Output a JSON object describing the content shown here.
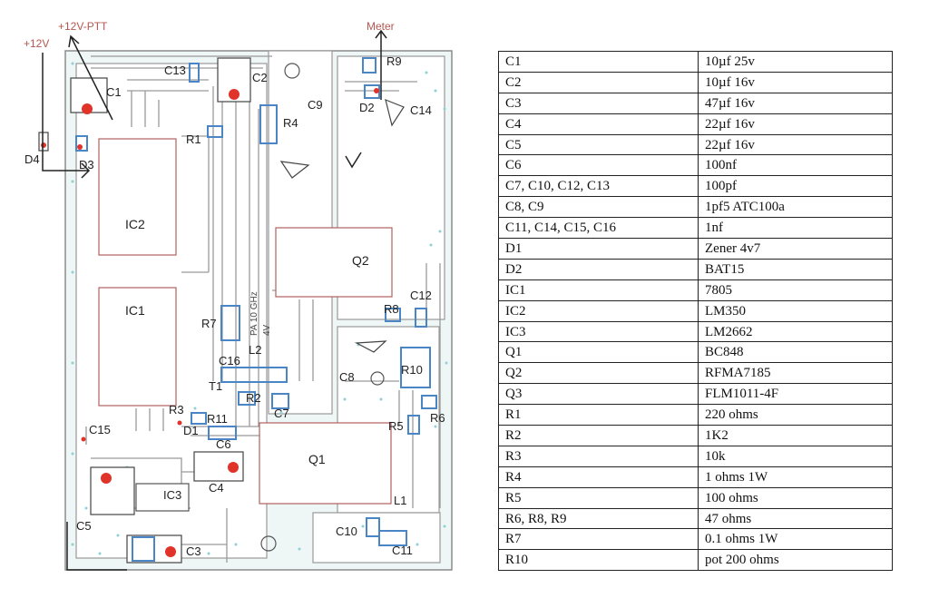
{
  "labels": {
    "v12": "+12V",
    "v12ptt": "+12V-PTT",
    "meter": "Meter",
    "ic1": "IC1",
    "ic2": "IC2",
    "ic3": "IC3",
    "q1": "Q1",
    "q2": "Q2",
    "c1": "C1",
    "c2": "C2",
    "c3": "C3",
    "c4": "C4",
    "c5": "C5",
    "c6": "C6",
    "c7": "C7",
    "c8": "C8",
    "c9": "C9",
    "c10": "C10",
    "c11": "C11",
    "c12": "C12",
    "c13": "C13",
    "c14": "C14",
    "c15": "C15",
    "c16": "C16",
    "r1": "R1",
    "r2": "R2",
    "r3": "R3",
    "r4": "R4",
    "r5": "R5",
    "r6": "R6",
    "r7": "R7",
    "r8": "R8",
    "r9": "R9",
    "r10": "R10",
    "r11": "R11",
    "d1": "D1",
    "d2": "D2",
    "d3": "D3",
    "d4": "D4",
    "l1": "L1",
    "l2": "L2",
    "t1": "T1",
    "board_text_1": "PA 10 GHz",
    "board_text_2": "4V"
  },
  "bom": [
    {
      "ref": "C1",
      "value": "10µf 25v"
    },
    {
      "ref": "C2",
      "value": "10µf 16v"
    },
    {
      "ref": "C3",
      "value": "47µf 16v"
    },
    {
      "ref": "C4",
      "value": "22µf 16v"
    },
    {
      "ref": "C5",
      "value": "22µf 16v"
    },
    {
      "ref": "C6",
      "value": "100nf"
    },
    {
      "ref": "C7, C10, C12, C13",
      "value": "100pf"
    },
    {
      "ref": "C8, C9",
      "value": "1pf5 ATC100a"
    },
    {
      "ref": "C11, C14, C15, C16",
      "value": "1nf"
    },
    {
      "ref": "D1",
      "value": "Zener 4v7"
    },
    {
      "ref": "D2",
      "value": "BAT15"
    },
    {
      "ref": "IC1",
      "value": "7805"
    },
    {
      "ref": "IC2",
      "value": "LM350"
    },
    {
      "ref": "IC3",
      "value": "LM2662"
    },
    {
      "ref": "Q1",
      "value": "BC848"
    },
    {
      "ref": "Q2",
      "value": "RFMA7185"
    },
    {
      "ref": "Q3",
      "value": "FLM1011-4F"
    },
    {
      "ref": "R1",
      "value": "220 ohms"
    },
    {
      "ref": "R2",
      "value": "1K2"
    },
    {
      "ref": "R3",
      "value": "10k"
    },
    {
      "ref": "R4",
      "value": "1 ohms 1W"
    },
    {
      "ref": "R5",
      "value": "100 ohms"
    },
    {
      "ref": "R6, R8, R9",
      "value": "47 ohms"
    },
    {
      "ref": "R7",
      "value": "0.1 ohms 1W"
    },
    {
      "ref": "R10",
      "value": "pot 200 ohms"
    }
  ],
  "colors": {
    "trace": "#9a9a9a",
    "pad": "#4a86c5",
    "dot": "#e0342b",
    "label_red": "#b5574f",
    "ground_fill": "#e6f3f3"
  }
}
